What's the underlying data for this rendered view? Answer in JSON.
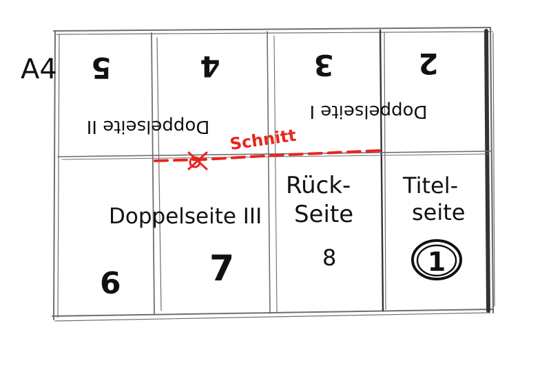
{
  "sheet": {
    "format_label": "A4"
  },
  "top_row": {
    "page_numbers": [
      "5",
      "4",
      "3",
      "2"
    ],
    "spread_left": "Doppelseite II",
    "spread_right": "Doppelseite I"
  },
  "bottom_row": {
    "spread_label": "Doppelseite III",
    "back_page": {
      "line1": "Rück-",
      "line2": "Seite"
    },
    "title_page": {
      "line1": "Titel-",
      "line2": "seite"
    },
    "page_numbers": [
      "6",
      "7",
      "8",
      "1"
    ]
  },
  "cut": {
    "label": "Schnitt",
    "color": "#e8261e"
  },
  "colors": {
    "ink": "#111111",
    "pencil": "#6e6e6e",
    "cut_line": "#e8261e"
  }
}
